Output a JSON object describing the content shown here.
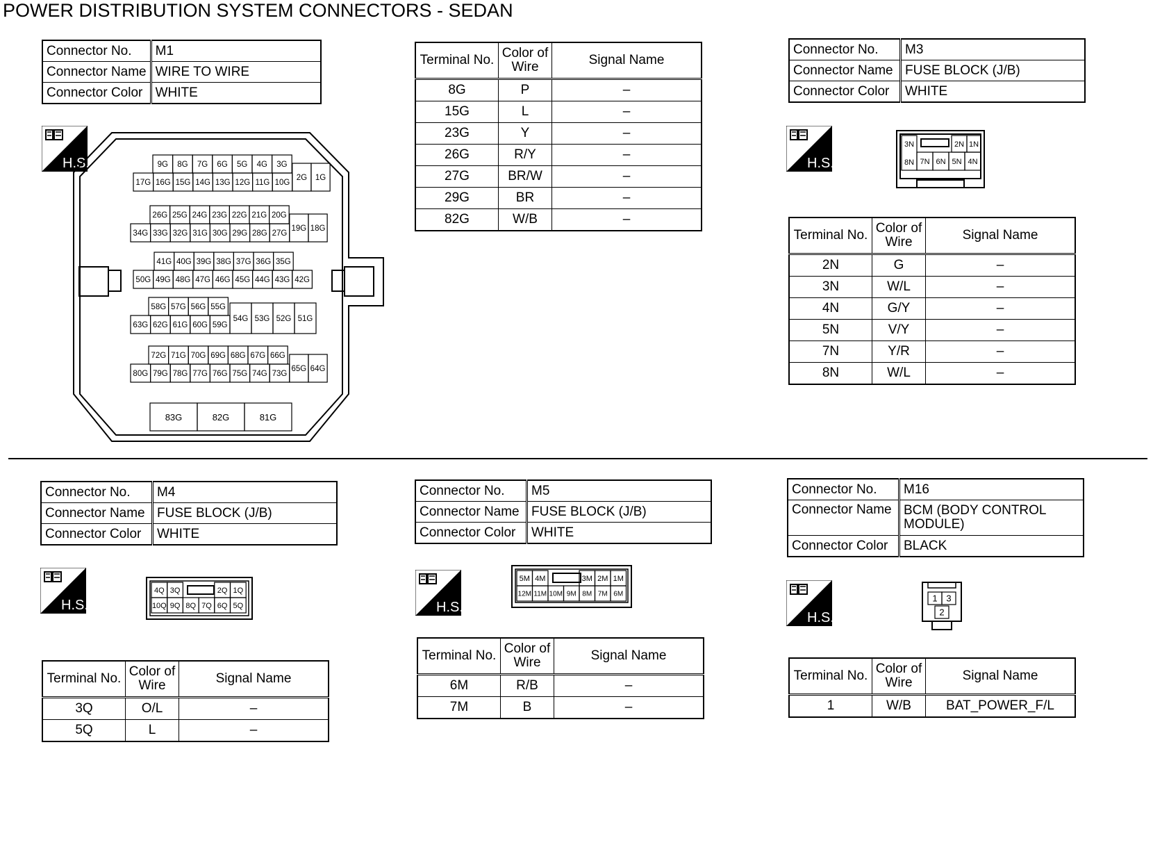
{
  "title": "POWER DISTRIBUTION SYSTEM CONNECTORS - SEDAN",
  "hs_label": "H.S.",
  "labels": {
    "connector_no": "Connector No.",
    "connector_name": "Connector Name",
    "connector_color": "Connector Color",
    "terminal_no": "Terminal No.",
    "color_of_wire_1": "Color of",
    "color_of_wire_2": "Wire",
    "signal_name": "Signal Name"
  },
  "connectors": {
    "m1": {
      "no": "M1",
      "name": "WIRE TO WIRE",
      "color": "WHITE",
      "terminals": [
        {
          "terminal": "8G",
          "wire": "P",
          "signal": "–"
        },
        {
          "terminal": "15G",
          "wire": "L",
          "signal": "–"
        },
        {
          "terminal": "23G",
          "wire": "Y",
          "signal": "–"
        },
        {
          "terminal": "26G",
          "wire": "R/Y",
          "signal": "–"
        },
        {
          "terminal": "27G",
          "wire": "BR/W",
          "signal": "–"
        },
        {
          "terminal": "29G",
          "wire": "BR",
          "signal": "–"
        },
        {
          "terminal": "82G",
          "wire": "W/B",
          "signal": "–"
        }
      ],
      "face_rows": [
        [
          "9G",
          "8G",
          "7G",
          "6G",
          "5G",
          "4G",
          "3G"
        ],
        [
          "17G",
          "16G",
          "15G",
          "14G",
          "13G",
          "12G",
          "11G",
          "10G",
          "2G",
          "1G"
        ],
        [
          "26G",
          "25G",
          "24G",
          "23G",
          "22G",
          "21G",
          "20G"
        ],
        [
          "34G",
          "33G",
          "32G",
          "31G",
          "30G",
          "29G",
          "28G",
          "27G",
          "19G",
          "18G"
        ],
        [
          "41G",
          "40G",
          "39G",
          "38G",
          "37G",
          "36G",
          "35G"
        ],
        [
          "50G",
          "49G",
          "48G",
          "47G",
          "46G",
          "45G",
          "44G",
          "43G",
          "42G"
        ],
        [
          "58G",
          "57G",
          "56G",
          "55G"
        ],
        [
          "63G",
          "62G",
          "61G",
          "60G",
          "59G",
          "54G",
          "53G",
          "52G",
          "51G"
        ],
        [
          "72G",
          "71G",
          "70G",
          "69G",
          "68G",
          "67G",
          "66G"
        ],
        [
          "80G",
          "79G",
          "78G",
          "77G",
          "76G",
          "75G",
          "74G",
          "73G",
          "65G",
          "64G"
        ],
        [
          "83G",
          "82G",
          "81G"
        ]
      ]
    },
    "m3": {
      "no": "M3",
      "name": "FUSE BLOCK (J/B)",
      "color": "WHITE",
      "terminals": [
        {
          "terminal": "2N",
          "wire": "G",
          "signal": "–"
        },
        {
          "terminal": "3N",
          "wire": "W/L",
          "signal": "–"
        },
        {
          "terminal": "4N",
          "wire": "G/Y",
          "signal": "–"
        },
        {
          "terminal": "5N",
          "wire": "V/Y",
          "signal": "–"
        },
        {
          "terminal": "7N",
          "wire": "Y/R",
          "signal": "–"
        },
        {
          "terminal": "8N",
          "wire": "W/L",
          "signal": "–"
        }
      ],
      "face_top": [
        "3N",
        "2N",
        "1N"
      ],
      "face_bottom": [
        "8N",
        "7N",
        "6N",
        "5N",
        "4N"
      ]
    },
    "m4": {
      "no": "M4",
      "name": "FUSE BLOCK (J/B)",
      "color": "WHITE",
      "terminals": [
        {
          "terminal": "3Q",
          "wire": "O/L",
          "signal": "–"
        },
        {
          "terminal": "5Q",
          "wire": "L",
          "signal": "–"
        }
      ],
      "face_top": [
        "4Q",
        "3Q",
        "2Q",
        "1Q"
      ],
      "face_bottom": [
        "10Q",
        "9Q",
        "8Q",
        "7Q",
        "6Q",
        "5Q"
      ]
    },
    "m5": {
      "no": "M5",
      "name": "FUSE BLOCK (J/B)",
      "color": "WHITE",
      "terminals": [
        {
          "terminal": "6M",
          "wire": "R/B",
          "signal": "–"
        },
        {
          "terminal": "7M",
          "wire": "B",
          "signal": "–"
        }
      ],
      "face_top": [
        "5M",
        "4M",
        "3M",
        "2M",
        "1M"
      ],
      "face_bottom": [
        "12M",
        "11M",
        "10M",
        "9M",
        "8M",
        "7M",
        "6M"
      ]
    },
    "m16": {
      "no": "M16",
      "name": "BCM (BODY CONTROL MODULE)",
      "color": "BLACK",
      "terminals": [
        {
          "terminal": "1",
          "wire": "W/B",
          "signal": "BAT_POWER_F/L"
        }
      ],
      "face_top": [
        "1",
        "3"
      ],
      "face_bottom": [
        "2"
      ]
    }
  }
}
